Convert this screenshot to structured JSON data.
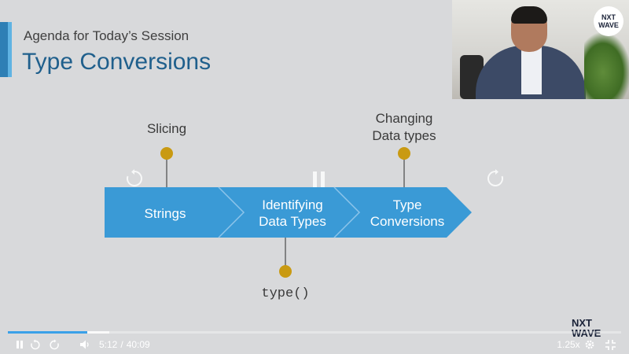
{
  "slide": {
    "agenda_title": "Agenda for Today’s Session",
    "main_title": "Type Conversions",
    "steps": [
      {
        "label": "Strings",
        "top_note": "Slicing"
      },
      {
        "label_line1": "Identifying",
        "label_line2": "Data Types",
        "bottom_note": "type()"
      },
      {
        "label_line1": "Type",
        "label_line2": "Conversions",
        "top_note_line1": "Changing",
        "top_note_line2": "Data types"
      }
    ],
    "colors": {
      "arrow": "#3a9ad6",
      "dot": "#c99a12",
      "title": "#1f5f8c"
    }
  },
  "webcam": {
    "logo_line1": "NXT",
    "logo_line2": "WAVE"
  },
  "watermark": {
    "line1": "NXT",
    "line2": "WAVE"
  },
  "player": {
    "current_time": "5:12",
    "separator": "/",
    "duration": "40:09",
    "speed": "1.25x",
    "progress_played": 0.13,
    "progress_buffered": 0.165,
    "icons": [
      "pause-icon",
      "rewind-10-icon",
      "forward-10-icon",
      "volume-icon",
      "settings-icon",
      "fullscreen-exit-icon"
    ]
  }
}
